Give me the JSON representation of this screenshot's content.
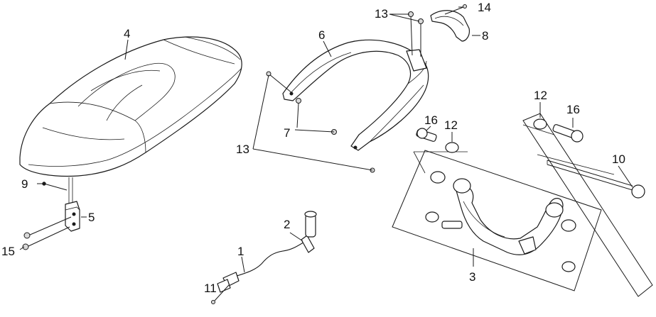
{
  "callouts": {
    "c1": "1",
    "c2": "2",
    "c3": "3",
    "c4": "4",
    "c5": "5",
    "c6": "6",
    "c7": "7",
    "c8": "8",
    "c9": "9",
    "c10": "10",
    "c11": "11",
    "c12a": "12",
    "c12b": "12",
    "c13a": "13",
    "c13b": "13",
    "c14": "14",
    "c15": "15",
    "c16a": "16",
    "c16b": "16"
  },
  "colors": {
    "line": "#1a1a1a",
    "background": "#ffffff"
  }
}
